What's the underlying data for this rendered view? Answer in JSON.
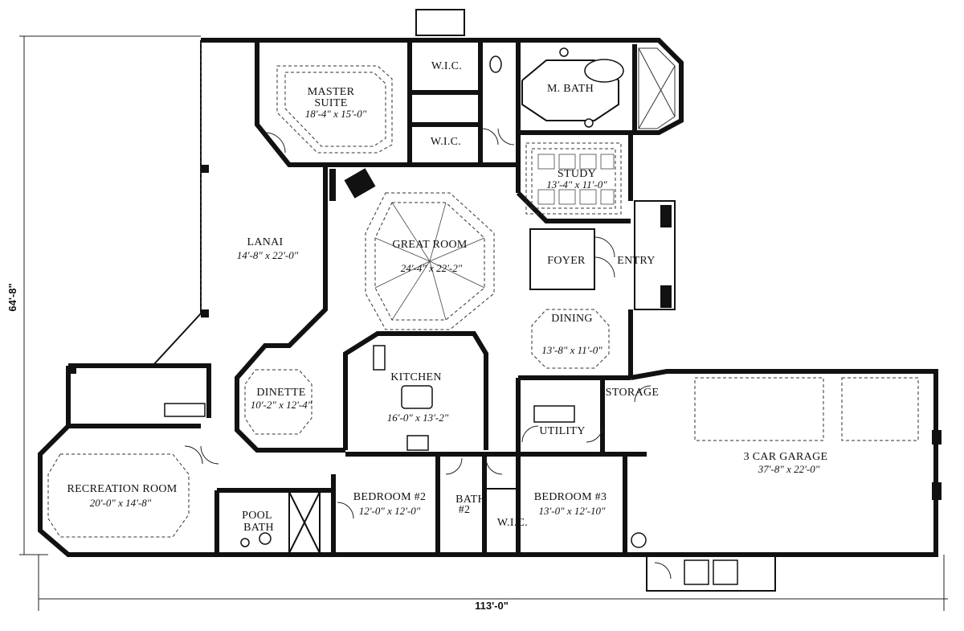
{
  "plan": {
    "overall_width": "113'-0\"",
    "overall_depth": "64'-8\"",
    "rooms": {
      "master_suite": {
        "name": "MASTER\nSUITE",
        "name_l1": "MASTER",
        "name_l2": "SUITE",
        "dims": "18'-4\" x 15'-0\""
      },
      "wic_top": {
        "name": "W.I.C."
      },
      "wic_mid": {
        "name": "W.I.C."
      },
      "m_bath": {
        "name": "M. BATH"
      },
      "study": {
        "name": "STUDY",
        "dims": "13'-4\" x 11'-0\""
      },
      "lanai": {
        "name": "LANAI",
        "dims": "14'-8\" x 22'-0\""
      },
      "great_room": {
        "name": "GREAT ROOM",
        "dims": "24'-4\" x 22'-2\""
      },
      "foyer": {
        "name": "FOYER"
      },
      "entry": {
        "name": "ENTRY"
      },
      "dining": {
        "name": "DINING",
        "dims": "13'-8\" x 11'-0\""
      },
      "dinette": {
        "name": "DINETTE",
        "dims": "10'-2\" x 12'-4\""
      },
      "kitchen": {
        "name": "KITCHEN",
        "dims": "16'-0\" x 13'-2\""
      },
      "storage": {
        "name": "STORAGE"
      },
      "utility": {
        "name": "UTILITY"
      },
      "garage": {
        "name": "3 CAR GARAGE",
        "dims": "37'-8\" x 22'-0\""
      },
      "recreation": {
        "name": "RECREATION ROOM",
        "dims": "20'-0\" x 14'-8\""
      },
      "pool_bath": {
        "name_l1": "POOL",
        "name_l2": "BATH"
      },
      "bedroom2": {
        "name": "BEDROOM #2",
        "dims": "12'-0\" x 12'-0\""
      },
      "bath2": {
        "name_l1": "BATH",
        "name_l2": "#2"
      },
      "bedroom3": {
        "name": "BEDROOM #3",
        "dims": "13'-0\" x 12'-10\""
      },
      "wic_bed3": {
        "name": "W.I.C."
      }
    }
  }
}
